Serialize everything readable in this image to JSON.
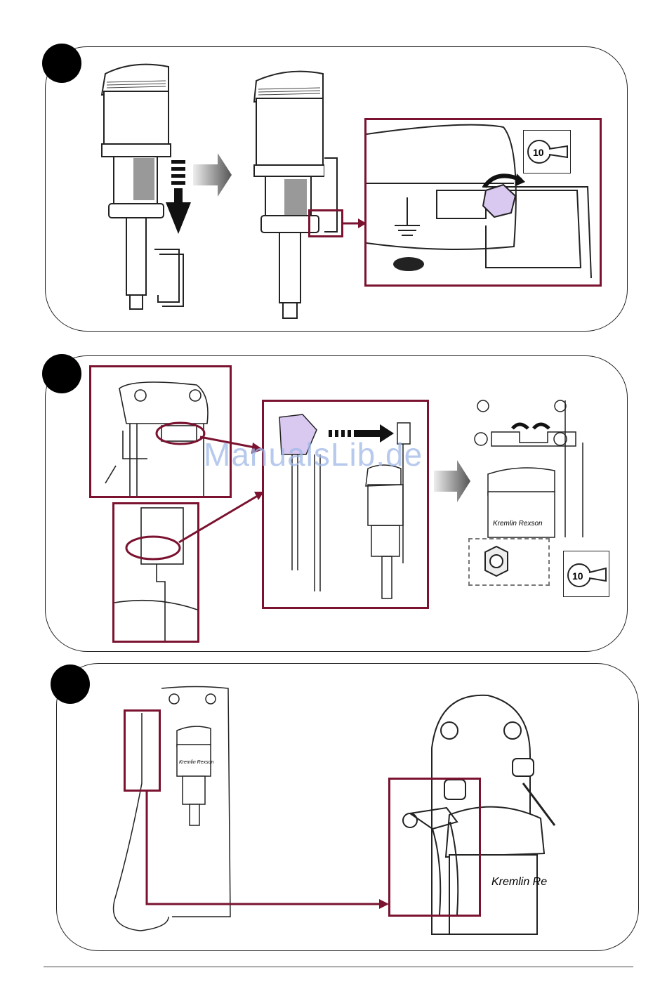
{
  "steps": [
    {
      "id": "step-1",
      "wrench_size": "10"
    },
    {
      "id": "step-2",
      "wrench_size": "10",
      "brand_label": "Kremlin Rexson"
    },
    {
      "id": "step-3",
      "brand_label": "Kremlin Re"
    }
  ],
  "watermark": "ManualsLib.de",
  "colors": {
    "highlight_frame": "#7a1230",
    "highlight_fill": "#d9c8f0",
    "panel_border": "#222222",
    "watermark": "#9fb8e8"
  },
  "icons": [
    "wrench-10-icon",
    "arrow-right-icon",
    "arrow-down-icon",
    "nut-icon",
    "rotation-arrow-icon",
    "ground-symbol-icon"
  ]
}
